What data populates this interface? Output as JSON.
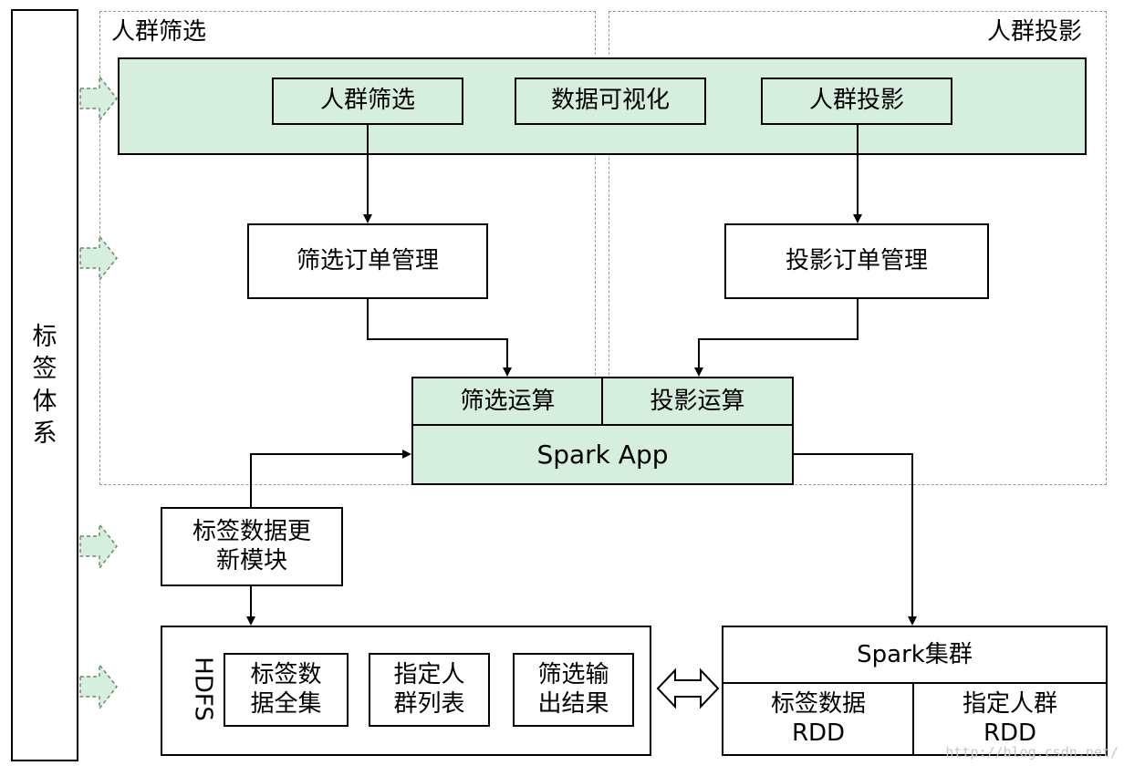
{
  "sidebar": {
    "chars": [
      "标",
      "签",
      "体",
      "系"
    ]
  },
  "regions": {
    "filter_title": "人群筛选",
    "projection_title": "人群投影"
  },
  "top_bar": {
    "filter": "人群筛选",
    "visualize": "数据可视化",
    "projection": "人群投影"
  },
  "order_mgmt": {
    "filter": "筛选订单管理",
    "projection": "投影订单管理"
  },
  "spark_app": {
    "filter_op": "筛选运算",
    "projection_op": "投影运算",
    "name": "Spark App"
  },
  "update_module": {
    "line1": "标签数据更",
    "line2": "新模块"
  },
  "hdfs": {
    "label": "HDFS",
    "items": [
      {
        "line1": "标签数",
        "line2": "据全集"
      },
      {
        "line1": "指定人",
        "line2": "群列表"
      },
      {
        "line1": "筛选输",
        "line2": "出结果"
      }
    ]
  },
  "spark_cluster": {
    "title": "Spark集群",
    "cells": [
      {
        "line1": "标签数据",
        "line2": "RDD"
      },
      {
        "line1": "指定人群",
        "line2": "RDD"
      }
    ]
  },
  "watermark": "http://blog.csdn.net/",
  "colors": {
    "box_fill": "#d5eedd",
    "arrow_fill": "#d5eedd",
    "line": "#000000",
    "dashed_border": "#999999"
  }
}
